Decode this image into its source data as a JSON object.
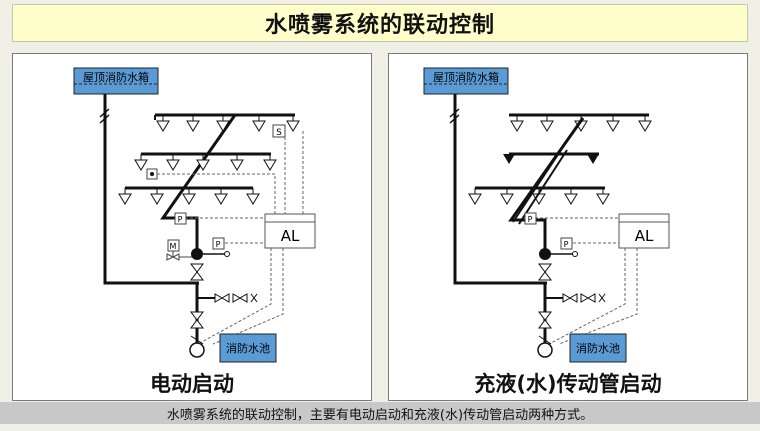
{
  "title": "水喷雾系统的联动控制",
  "subtitle": "水喷雾系统的联动控制，主要有电动启动和充液(水)传动管启动两种方式。",
  "panels": [
    {
      "caption": "电动启动",
      "tank_label": "屋顶消防水箱",
      "pool_label": "消防水池",
      "controller_label": "AL",
      "pressure_label": "P",
      "motor_label": "M",
      "flow_label": "S"
    },
    {
      "caption": "充液(水)传动管启动",
      "tank_label": "屋顶消防水箱",
      "pool_label": "消防水池",
      "controller_label": "AL",
      "pressure_label": "P"
    }
  ]
}
